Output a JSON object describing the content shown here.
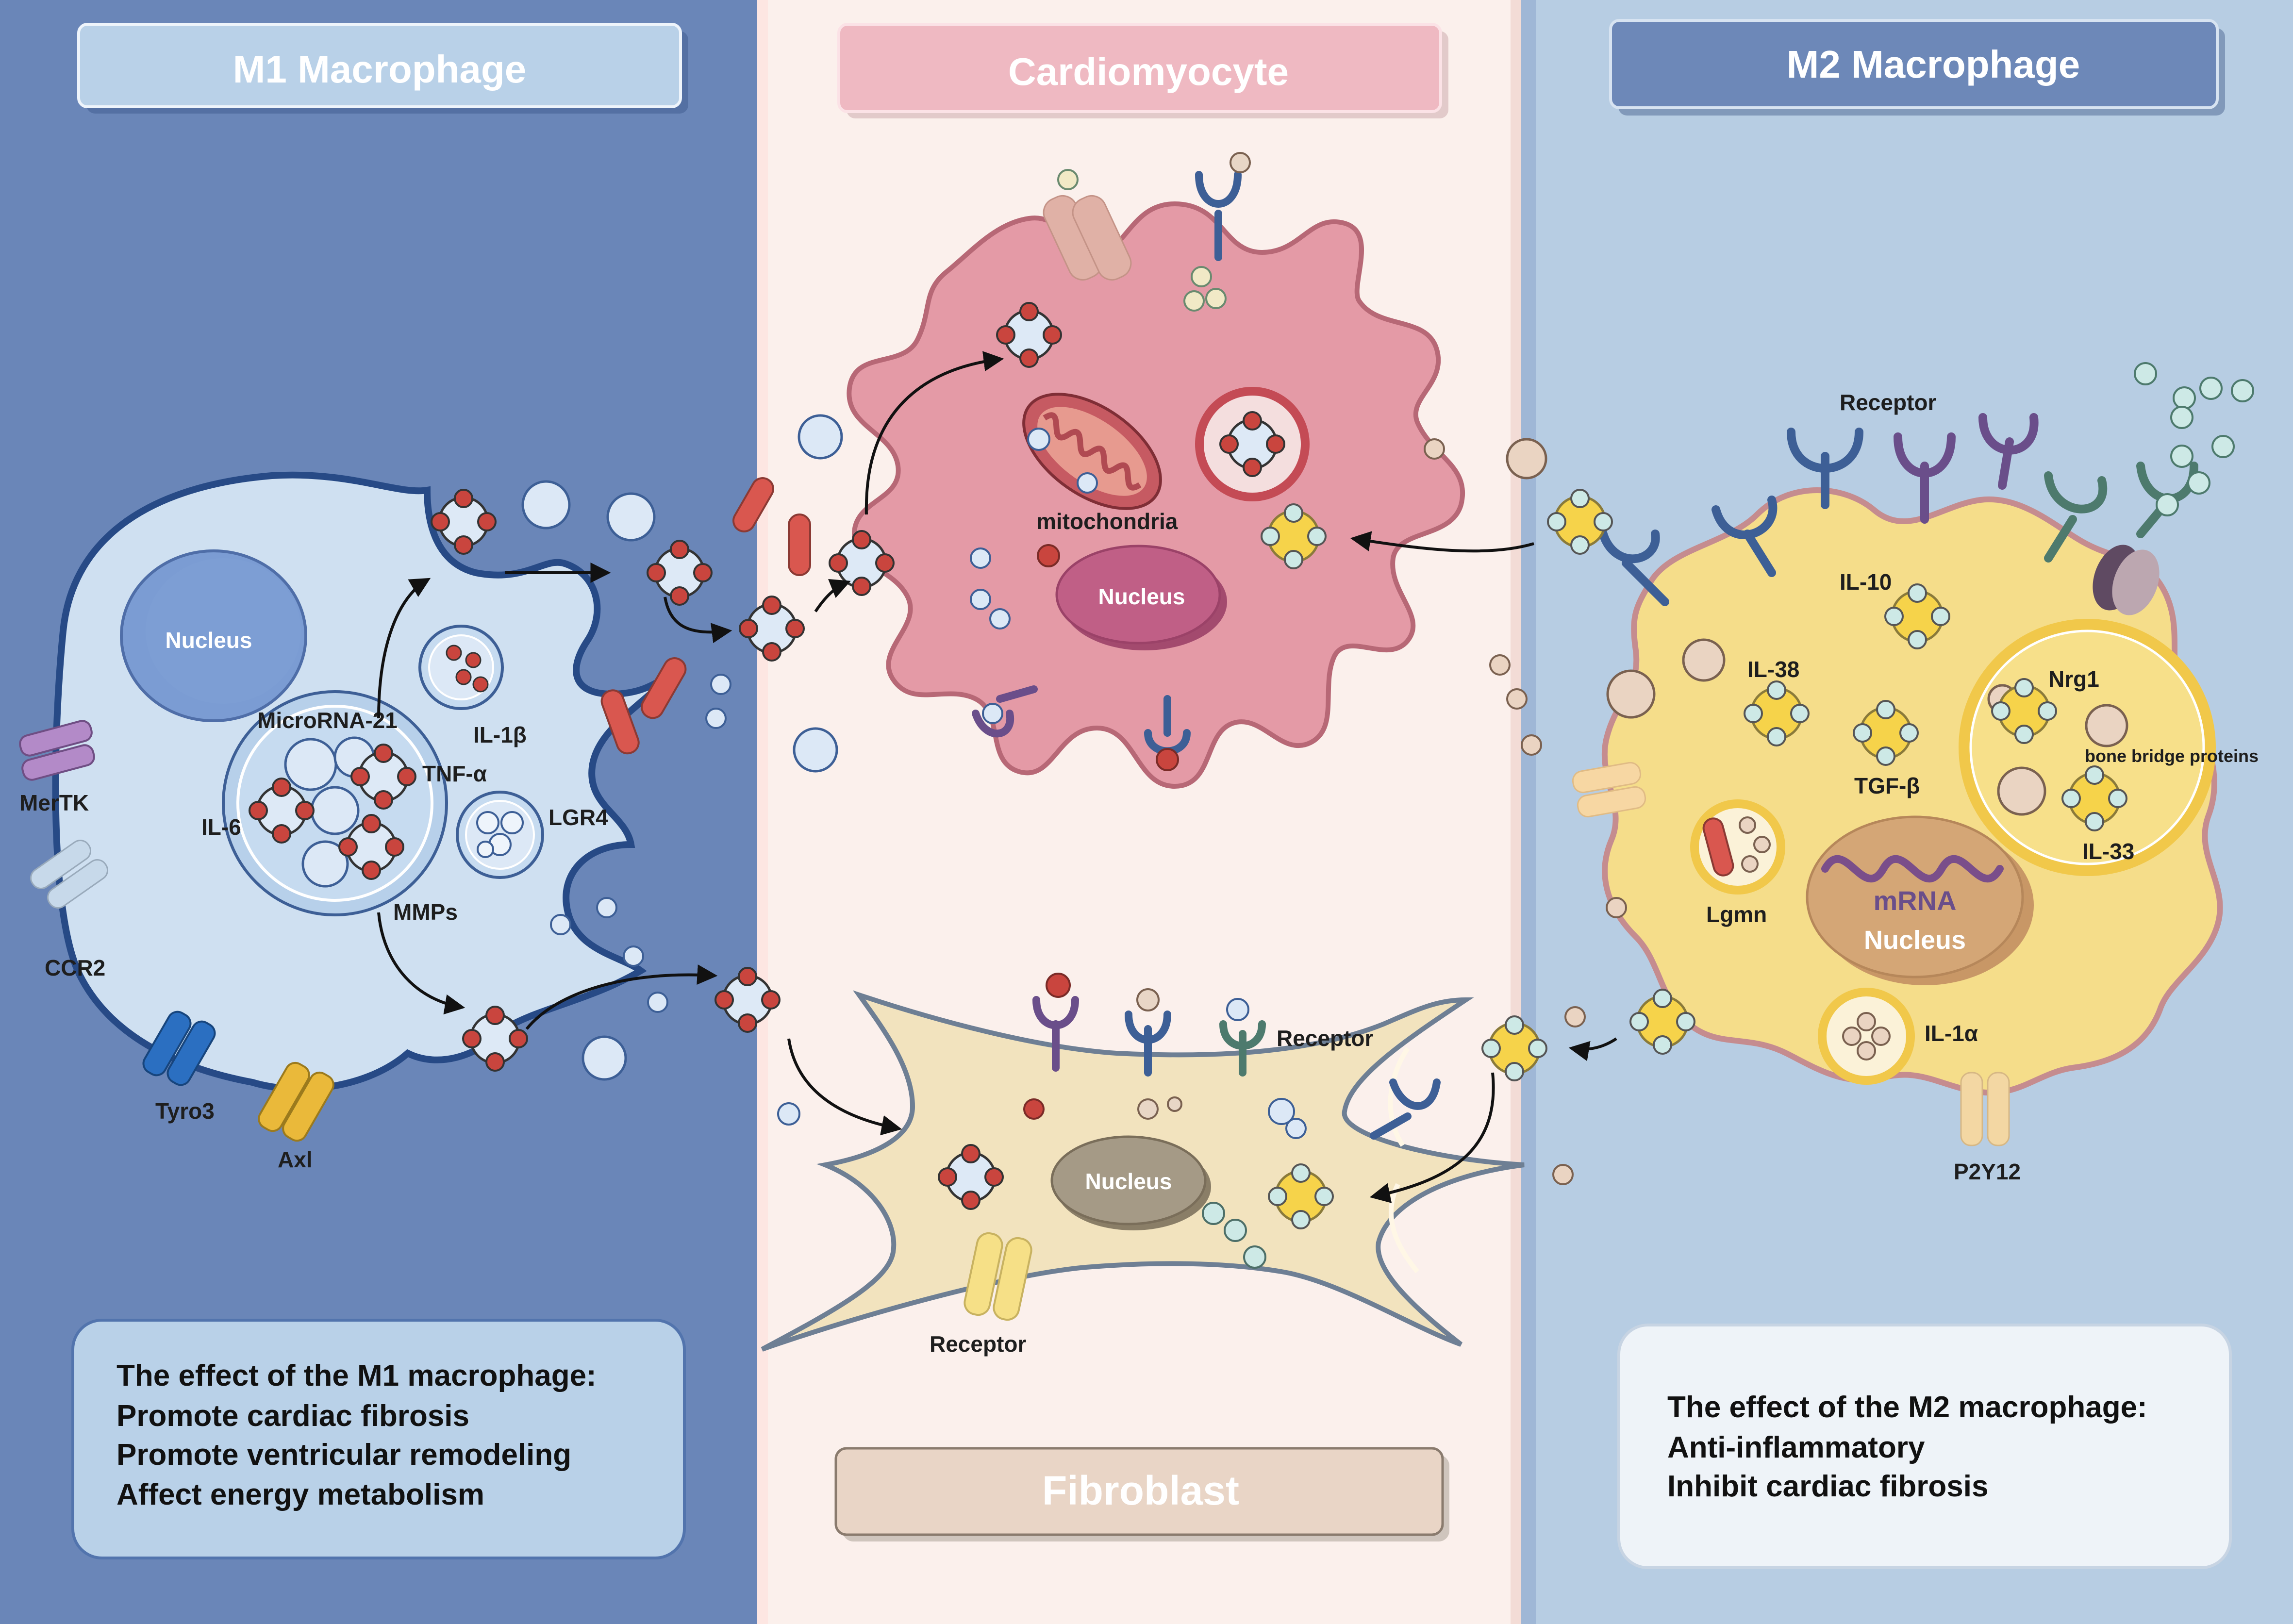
{
  "headers": {
    "m1": "M1 Macrophage",
    "cardio": "Cardiomyocyte",
    "m2": "M2 Macrophage",
    "fibroblast": "Fibroblast"
  },
  "m1_cell": {
    "nucleus": "Nucleus",
    "microrna": "MicroRNA-21",
    "il1b": "IL-1β",
    "tnfa": "TNF-α",
    "il6": "IL-6",
    "lgr4": "LGR4",
    "mmps": "MMPs",
    "mertk": "MerTK",
    "ccr2": "CCR2",
    "tyro3": "Tyro3",
    "axl": "Axl"
  },
  "cardio_cell": {
    "mitochondria": "mitochondria",
    "nucleus": "Nucleus"
  },
  "m2_cell": {
    "receptor": "Receptor",
    "il10": "IL-10",
    "il38": "IL-38",
    "tgfb": "TGF-β",
    "nrg1": "Nrg1",
    "bone": "bone bridge proteins",
    "il33": "IL-33",
    "lgmn": "Lgmn",
    "mrna": "mRNA",
    "nucleus": "Nucleus",
    "il1a": "IL-1α",
    "p2y12": "P2Y12"
  },
  "fibro_cell": {
    "receptor_top": "Receptor",
    "nucleus": "Nucleus",
    "receptor_bottom": "Receptor"
  },
  "m1_effect": {
    "title": "The effect of the M1 macrophage:",
    "line1": "Promote cardiac fibrosis",
    "line2": "Promote ventricular remodeling",
    "line3": "Affect energy metabolism"
  },
  "m2_effect": {
    "title": "The effect of the M2 macrophage:",
    "line1": "Anti-inflammatory",
    "line2": "Inhibit cardiac fibrosis"
  },
  "colors": {
    "m1_panel": "#6a86b8",
    "center_panel": "#fbf0ec",
    "m2_panel": "#b7cde3",
    "m1_cell": "#cfe0f1",
    "cardio_cell": "#e49aa6",
    "m2_cell": "#f5dd8a",
    "fibroblast": "#f2e3be"
  }
}
